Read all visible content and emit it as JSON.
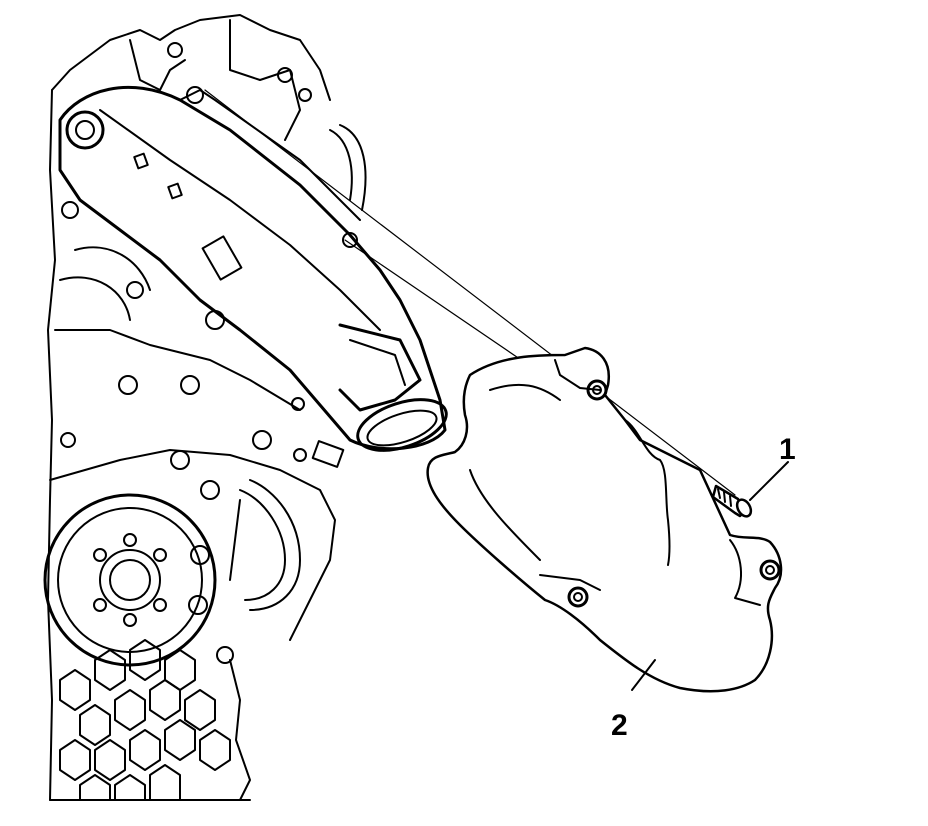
{
  "callouts": [
    {
      "label": "1",
      "part": "bolt"
    },
    {
      "label": "2",
      "part": "heat-shield"
    }
  ]
}
